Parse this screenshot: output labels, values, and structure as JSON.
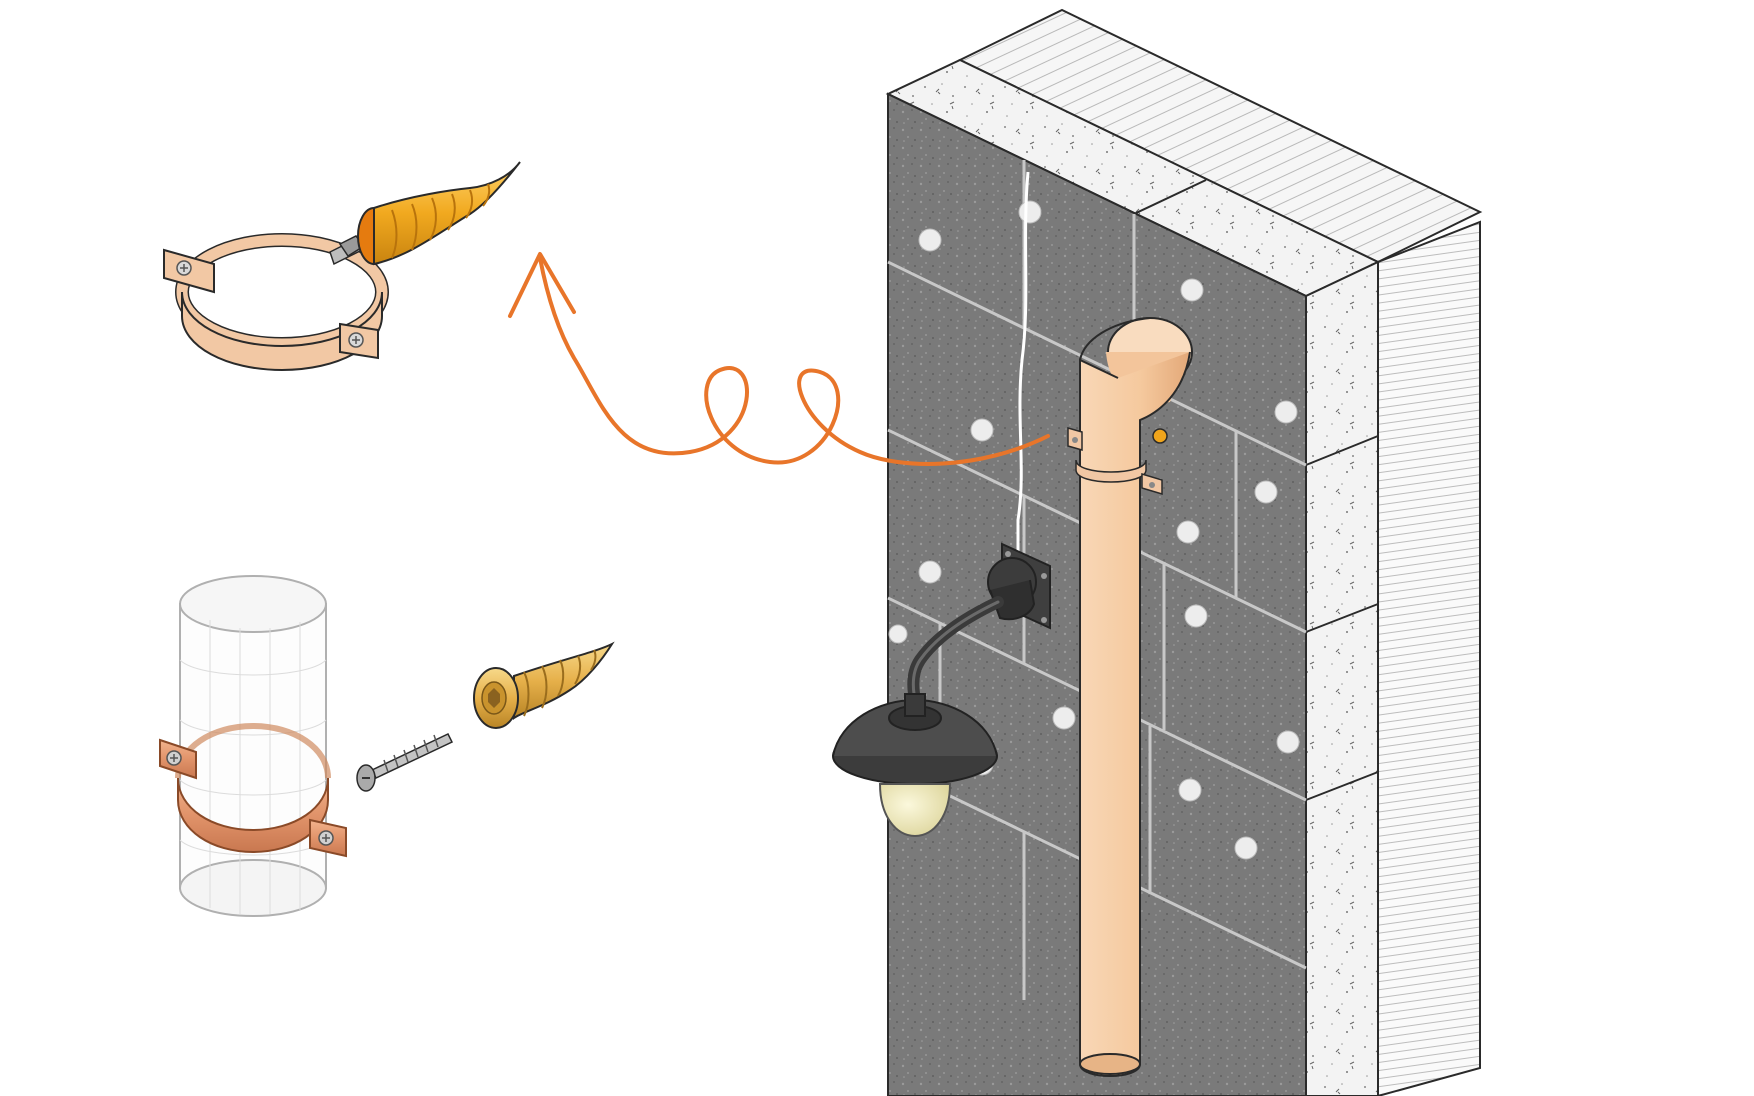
{
  "colors": {
    "insulation_dark": "#6e6e6e",
    "insulation_mid": "#8a8a8a",
    "insulation_light": "#a3a3a3",
    "mortar": "#d2d2d2",
    "render_white": "#f4f4f4",
    "pipe": "#f4c9a0",
    "pipe_shade": "#e3ad7f",
    "clamp": "#f2c8a4",
    "copper": "#e1946a",
    "anchor_orange": "#f0a51c",
    "anchor_brass": "#e9b34a",
    "screw_steel": "#b8b8b8",
    "lamp_dark": "#4a4a4a",
    "lamp_glass": "#f0ebc0",
    "arrow": "#e8752a",
    "outline": "#2a2a2a"
  },
  "icons": {
    "clamp_with_anchor": "pipe-clamp-with-spiral-anchor",
    "clamp_exploded": "pipe-clamp-with-screw-and-anchor",
    "wall": "insulated-wall-section",
    "pipe": "downpipe",
    "lamp": "wall-lamp",
    "arrow": "curly-callout-arrow"
  }
}
